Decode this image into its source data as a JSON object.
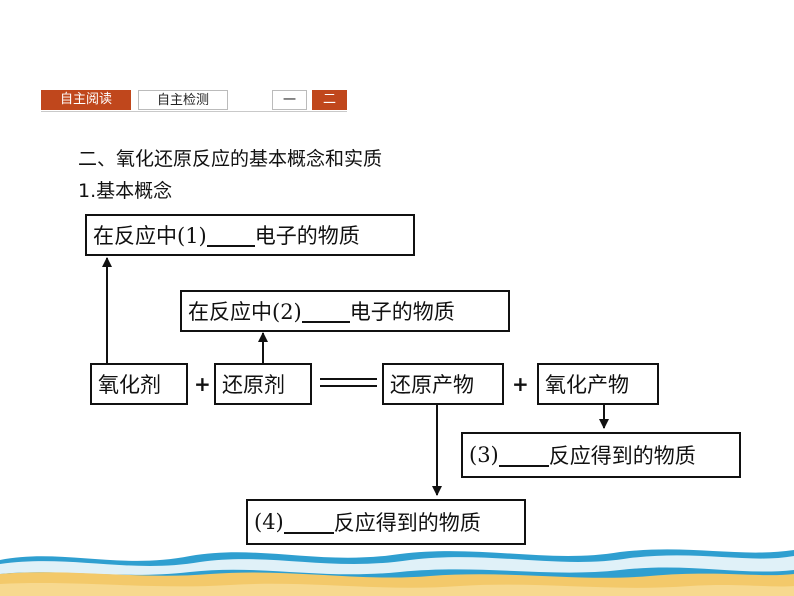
{
  "tabs": {
    "read": "自主阅读",
    "check": "自主检测",
    "one": "一",
    "two": "二"
  },
  "heading": "二、氧化还原反应的基本概念和实质",
  "subheading": "1.基本概念",
  "diagram": {
    "box1": {
      "before": "在反应中(1)",
      "after": "电子的物质"
    },
    "box2": {
      "before": "在反应中(2)",
      "after": "电子的物质"
    },
    "oxidant": "氧化剂",
    "plus1": "+",
    "reductant": "还原剂",
    "reduction_product": "还原产物",
    "plus2": "+",
    "oxidation_product": "氧化产物",
    "box3": {
      "before": "(3)",
      "after": "反应得到的物质"
    },
    "box4": {
      "before": "(4)",
      "after": "反应得到的物质"
    }
  },
  "colors": {
    "tab_active": "#c0471c",
    "sea": "#2f9fd0",
    "sand": "#f3c96a"
  }
}
